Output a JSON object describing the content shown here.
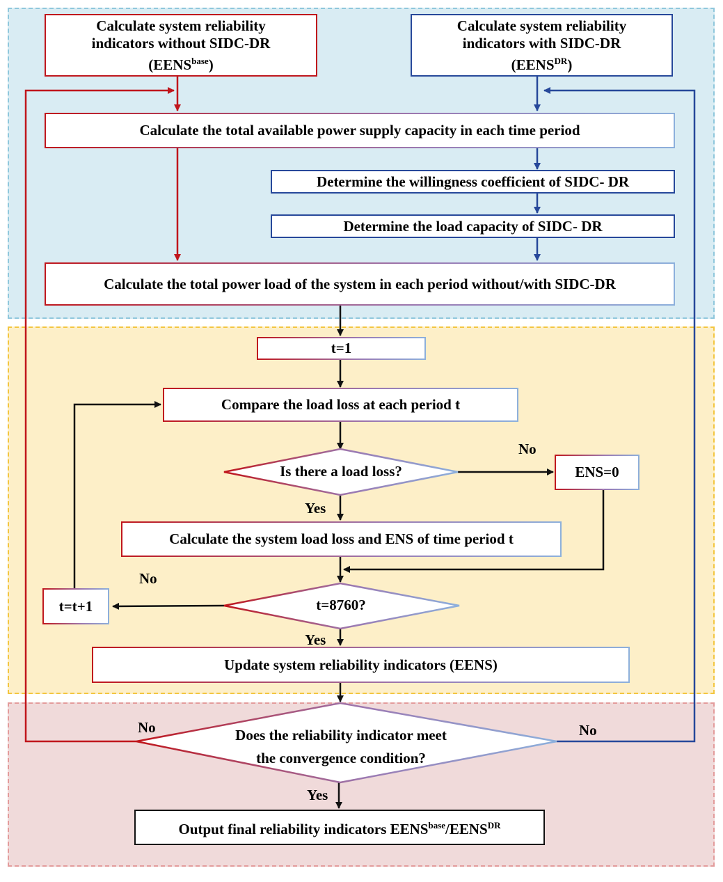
{
  "nodes": {
    "without_line1": "Calculate system reliability",
    "without_line2": "indicators without SIDC-DR",
    "without_line3_prefix": "(EENS",
    "without_line3_sup": "base",
    "without_line3_suffix": ")",
    "with_line1": "Calculate system reliability",
    "with_line2": "indicators with SIDC-DR",
    "with_line3_prefix": "(EENS",
    "with_line3_sup": "DR",
    "with_line3_suffix": ")",
    "supply": "Calculate the total available power supply capacity in each time period",
    "willingness": "Determine the willingness coefficient of SIDC- DR",
    "load_capacity": "Determine the load capacity of SIDC- DR",
    "total_load": "Calculate the total power load of the system in each period without/with SIDC-DR",
    "t_init": "t=1",
    "compare": "Compare the load loss at each period t",
    "is_loss": "Is there a load loss?",
    "ens_zero": "ENS=0",
    "calc_ens": "Calculate the system load loss and ENS of time period t",
    "t_check": "t=8760?",
    "t_inc": "t=t+1",
    "update": "Update system reliability indicators (EENS)",
    "converge_line1": "Does the reliability indicator meet",
    "converge_line2": "the convergence condition?",
    "output_prefix": "Output final reliability indicators EENS",
    "output_sup1": "base",
    "output_mid": "/EENS",
    "output_sup2": "DR"
  },
  "labels": {
    "no_loss": "No",
    "yes_loss": "Yes",
    "no_t": "No",
    "yes_t": "Yes",
    "no_left": "No",
    "no_right": "No",
    "yes_converge": "Yes"
  },
  "colors": {
    "red": "#c0161c",
    "blue": "#27489a",
    "black": "#111111",
    "zone_top": "#d9ecf3",
    "zone_mid": "#fdefc8",
    "zone_bot": "#f0dada"
  }
}
